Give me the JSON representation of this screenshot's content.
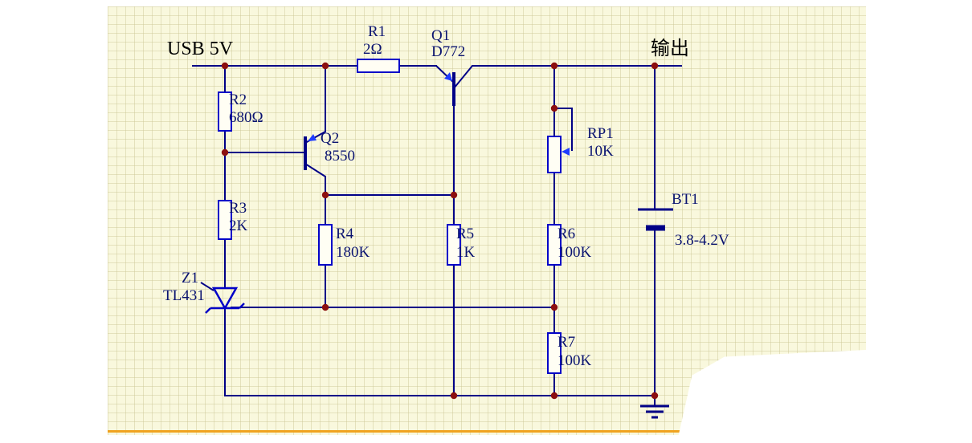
{
  "diagram": {
    "type": "circuit-schematic",
    "power_label": "USB 5V",
    "output_label": "输出",
    "components": {
      "r1": {
        "ref": "R1",
        "value": "2Ω"
      },
      "q1": {
        "ref": "Q1",
        "value": "D772"
      },
      "r2": {
        "ref": "R2",
        "value": "680Ω"
      },
      "q2": {
        "ref": "Q2",
        "value": "8550"
      },
      "r3": {
        "ref": "R3",
        "value": "2K"
      },
      "r4": {
        "ref": "R4",
        "value": "180K"
      },
      "r5": {
        "ref": "R5",
        "value": "1K"
      },
      "rp1": {
        "ref": "RP1",
        "value": "10K"
      },
      "r6": {
        "ref": "R6",
        "value": "100K"
      },
      "r7": {
        "ref": "R7",
        "value": "100K"
      },
      "z1": {
        "ref": "Z1",
        "value": "TL431"
      },
      "bt1": {
        "ref": "BT1",
        "value": "3.8-4.2V"
      }
    },
    "colors": {
      "wire": "#000087",
      "junction_dot": "#8c0f0f",
      "component_outline": "#0202c8",
      "transistor_arrow": "#1f3cff",
      "canvas_background": "#f9f8dd",
      "grid_line": "#cbc694",
      "label_text": "#0a1370",
      "title_text": "#000000",
      "bottom_edge_line": "#f0a31f"
    }
  }
}
